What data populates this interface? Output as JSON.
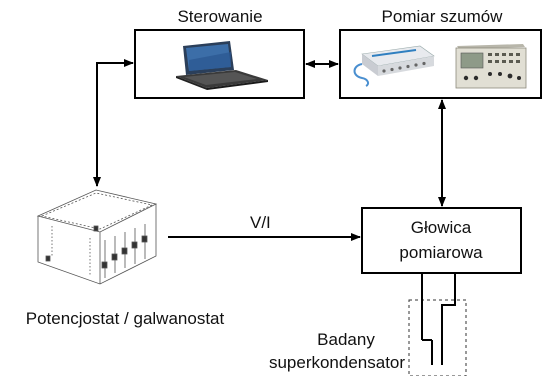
{
  "labels": {
    "control": "Sterowanie",
    "noise": "Pomiar szumów",
    "head_line1": "Głowica",
    "head_line2": "pomiarowa",
    "potentiostat": "Potencjostat / galwanostat",
    "vi": "V/I",
    "cap_line1": "Badany",
    "cap_line2": "superkondensator"
  },
  "icons": {
    "control_box": "laptop-icon",
    "noise_box_left": "usb-daq-module-icon",
    "noise_box_right": "spectrum-analyzer-icon",
    "potentiostat": "potentiostat-cabinet-icon",
    "capacitor": "capacitor-icon"
  }
}
